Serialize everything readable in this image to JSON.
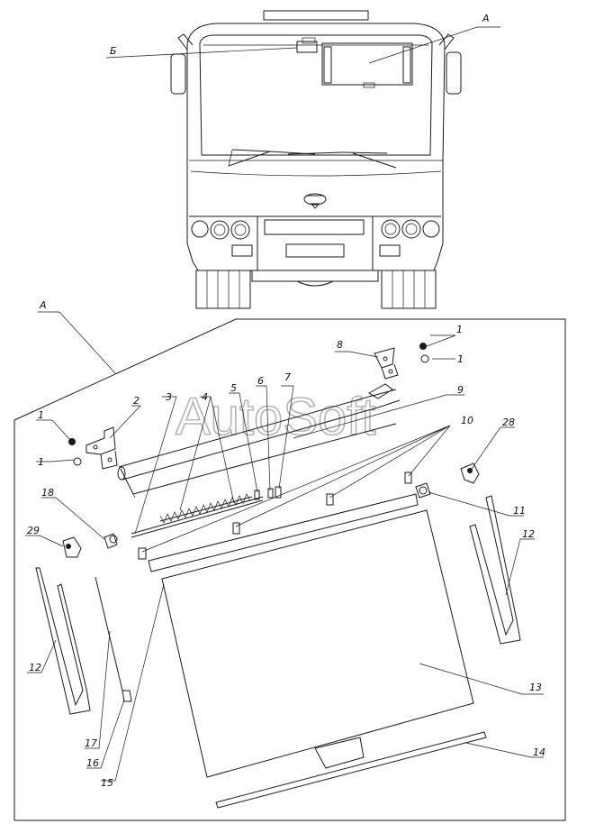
{
  "view_labels": {
    "detail_a": "А",
    "detail_b": "Б",
    "detail_a_frame": "А"
  },
  "watermark": "AutoSoft",
  "callouts": {
    "c1a": "1",
    "c1b": "1",
    "c1c": "1",
    "c1d": "1",
    "c2": "2",
    "c3": "3",
    "c4": "4",
    "c5": "5",
    "c6": "6",
    "c7": "7",
    "c8": "8",
    "c9": "9",
    "c10": "10",
    "c11": "11",
    "c12a": "12",
    "c12b": "12",
    "c13": "13",
    "c14": "14",
    "c15": "15",
    "c16": "16",
    "c17": "17",
    "c18": "18",
    "c28": "28",
    "c29": "29"
  },
  "colors": {
    "line": "#1a1a1a",
    "watermark": "#b5b5b5",
    "background": "#ffffff"
  }
}
